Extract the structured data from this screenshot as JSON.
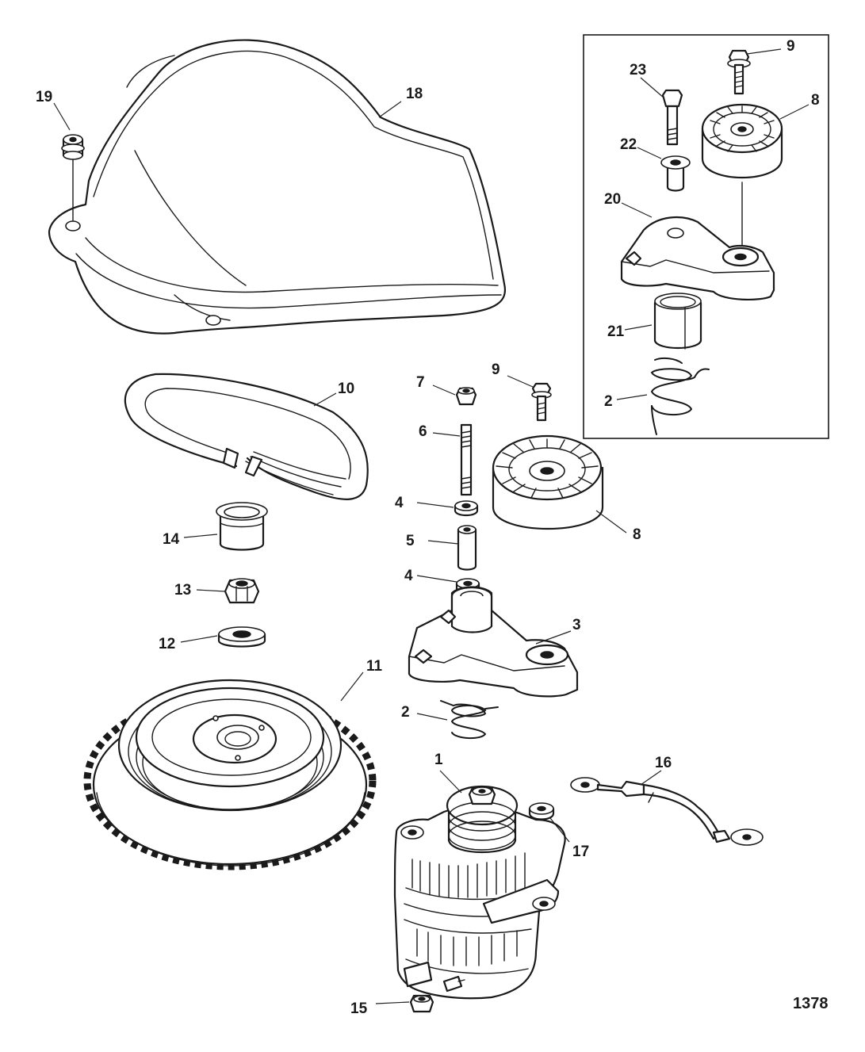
{
  "figure_number": "1378",
  "callouts": {
    "c1": "1",
    "c2a": "2",
    "c2b": "2",
    "c3": "3",
    "c4a": "4",
    "c4b": "4",
    "c5": "5",
    "c6": "6",
    "c7": "7",
    "c8a": "8",
    "c8b": "8",
    "c9a": "9",
    "c9b": "9",
    "c10": "10",
    "c11": "11",
    "c12": "12",
    "c13": "13",
    "c14": "14",
    "c15": "15",
    "c16": "16",
    "c17": "17",
    "c18": "18",
    "c19": "19",
    "c20": "20",
    "c21": "21",
    "c22": "22",
    "c23": "23"
  }
}
